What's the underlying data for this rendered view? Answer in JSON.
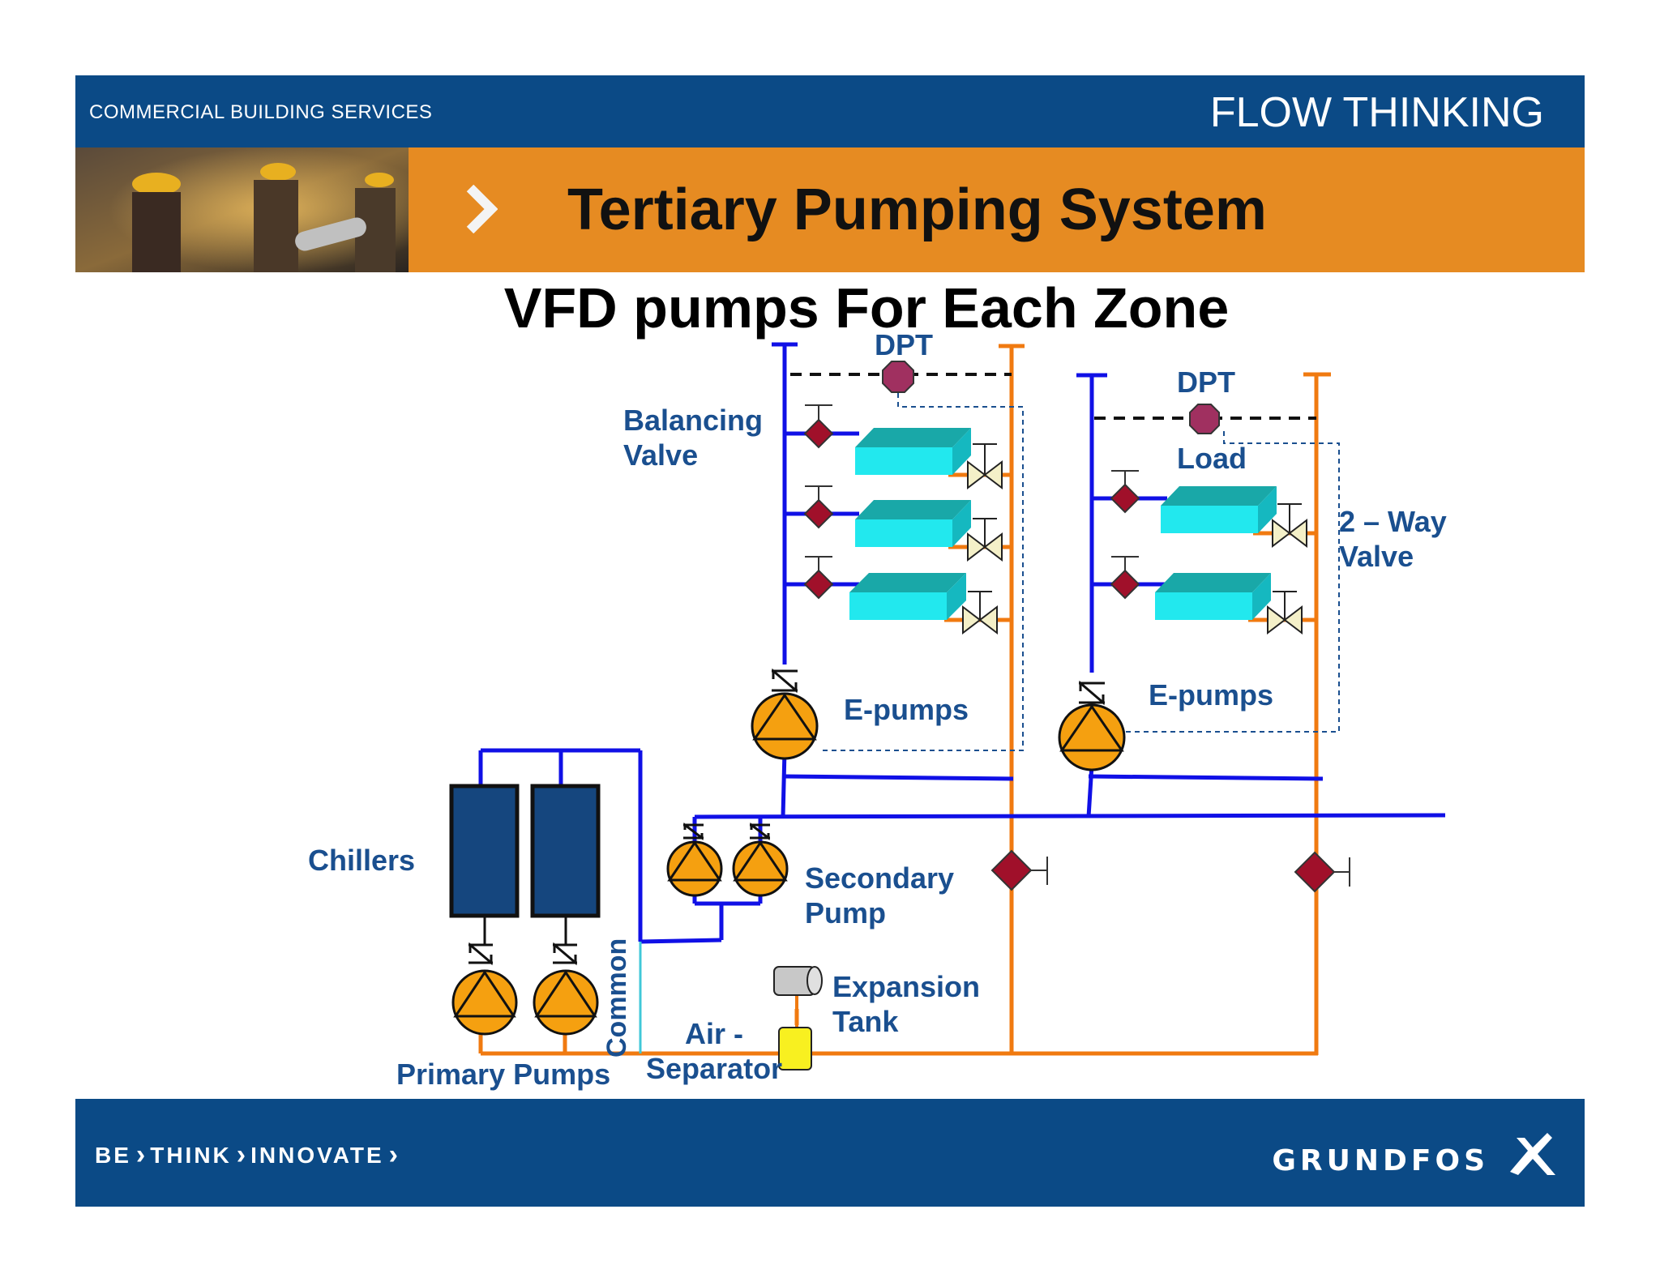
{
  "header": {
    "division": "COMMERCIAL BUILDING SERVICES",
    "tagline": "FLOW THINKING",
    "title": "Tertiary Pumping System"
  },
  "subtitle": "VFD pumps For Each Zone",
  "labels": {
    "dpt_1": "DPT",
    "dpt_2": "DPT",
    "balancing_valve_1": "Balancing",
    "balancing_valve_2": "Valve",
    "load": "Load",
    "two_way_1": "2 – Way",
    "two_way_2": "Valve",
    "epumps_1": "E-pumps",
    "epumps_2": "E-pumps",
    "chillers": "Chillers",
    "secondary_1": "Secondary",
    "secondary_2": "Pump",
    "expansion_1": "Expansion",
    "expansion_2": "Tank",
    "air_1": "Air -",
    "air_2": "Separator",
    "common": "Common",
    "primary_pumps": "Primary Pumps"
  },
  "footer": {
    "slogan": [
      "BE",
      "THINK",
      "INNOVATE"
    ],
    "brand": "GRUNDFOS"
  },
  "colors": {
    "header_blue": "#0b4a86",
    "header_orange": "#e68b22",
    "supply_pipe": "#1010e6",
    "return_pipe": "#f07a10",
    "common_pipe": "#40c8d8",
    "pump": "#f5a010",
    "valve": "#a0102a",
    "coil": "#22e0e8",
    "dpt": "#a03060",
    "label": "#1a4f8f"
  }
}
